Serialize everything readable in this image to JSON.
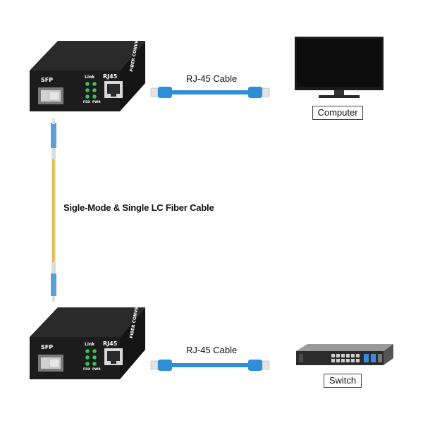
{
  "top_converter": {
    "port_sfp": "SFP",
    "port_rj45": "RJ45",
    "led_label": "Link",
    "led_sub_1": "FDX",
    "led_sub_2": "PWR",
    "side_text": "FIBER CONVERTER"
  },
  "bottom_converter": {
    "port_sfp": "SFP",
    "port_rj45": "RJ45",
    "led_label": "Link",
    "led_sub_1": "FDX",
    "led_sub_2": "PWR",
    "side_text": "FIBER CONVERTER"
  },
  "labels": {
    "top_cable": "RJ-45 Cable",
    "bottom_cable": "RJ-45 Cable",
    "fiber_cable": "Sigle-Mode & Single LC Fiber Cable",
    "computer": "Computer",
    "switch": "Switch"
  },
  "colors": {
    "device_body": "#1c1c1c",
    "ethernet_cable": "#2f8fd6",
    "fiber_jacket": "#e8c96a",
    "led_green": "#3fbf5a"
  }
}
